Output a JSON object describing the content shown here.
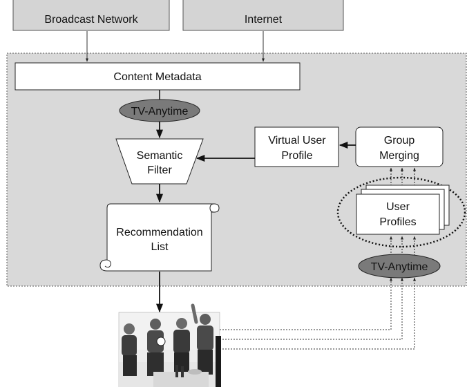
{
  "sources": {
    "broadcast": "Broadcast Network",
    "internet": "Internet"
  },
  "content_metadata": "Content Metadata",
  "tv_anytime_top": "TV-Anytime",
  "semantic_filter": {
    "line1": "Semantic",
    "line2": "Filter"
  },
  "virtual_profile": {
    "line1": "Virtual User",
    "line2": "Profile"
  },
  "group_merging": {
    "line1": "Group",
    "line2": "Merging"
  },
  "user_profiles": {
    "line1": "User",
    "line2": "Profiles"
  },
  "recommendation": {
    "line1": "Recommendation",
    "line2": "List"
  },
  "tv_anytime_bottom": "TV-Anytime",
  "photo": {
    "subject": "group of viewers watching TV"
  },
  "colors": {
    "panel": "#d9d9d9",
    "box": "#ffffff",
    "ellipse": "#7a7a7a",
    "source_box": "#d4d4d4",
    "stroke": "#222222"
  }
}
